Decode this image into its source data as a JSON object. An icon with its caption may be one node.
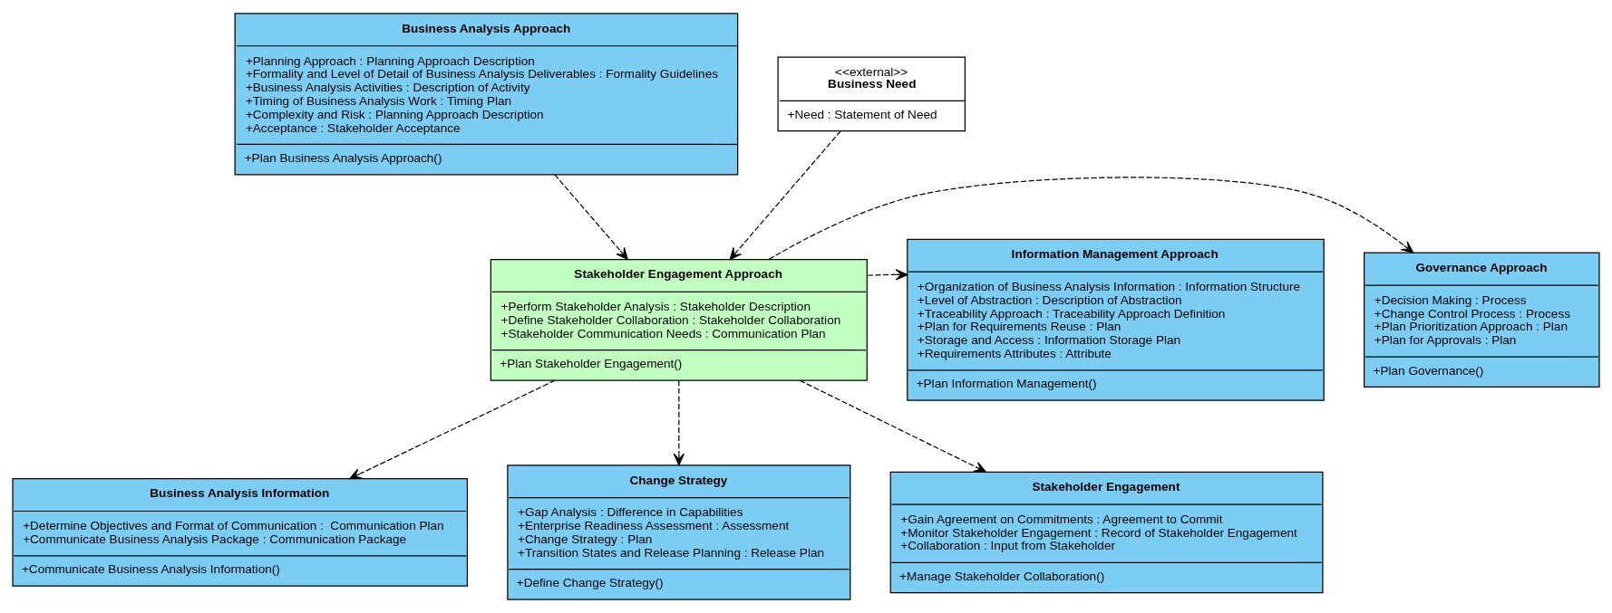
{
  "diagram": {
    "nodes": [
      {
        "text": [
          "Business Analysis Approach",
          "+Planning Approach : Planning Approach Description",
          "+Formality and Level of Detail of Business Analysis Deliverables : Formality Guidelines",
          "+Business Analysis Activities : Description of Activity",
          "+Timing of Business Analysis Work : Timing Plan",
          "+Complexity and Risk : Planning Approach Description",
          "+Acceptance : Stakeholder Acceptance",
          "+Plan Business Analysis Approach()"
        ]
      },
      {
        "text": [
          "<<external>>",
          "Business Need",
          "+Need : Statement of Need"
        ]
      },
      {
        "text": [
          "Governance Approach",
          "+Decision Making : Process",
          "+Change Control Process : Process",
          "+Plan Prioritization Approach : Plan",
          "+Plan for Approvals : Plan",
          "+Plan Governance()"
        ]
      },
      {
        "text": [
          "Stakeholder Engagement Approach",
          "+Perform Stakeholder Analysis : Stakeholder Description",
          "+Define Stakeholder Collaboration : Stakeholder Collaboration",
          "+Stakeholder Communication Needs : Communication Plan",
          "+Plan Stakeholder Engagement()"
        ]
      },
      {
        "text": [
          "Information Management Approach",
          "+Organization of Business Analysis Information : Information Structure",
          "+Level of Abstraction : Description of Abstraction",
          "+Traceability Approach : Traceability Approach Definition",
          "+Plan for Requirements Reuse : Plan",
          "+Storage and Access : Information Storage Plan",
          "+Requirements Attributes : Attribute",
          "+Plan Information Management()"
        ]
      },
      {
        "text": [
          "Business Analysis Information",
          "+Determine Objectives and Format of Communication :  Communication Plan",
          "+Communicate Business Analysis Package : Communication Package",
          "+Communicate Business Analysis Information()"
        ]
      },
      {
        "text": [
          "Change Strategy",
          "+Gap Analysis : Difference in Capabilities",
          "+Enterprise Readiness Assessment : Assessment",
          "+Change Strategy : Plan",
          "+Transition States and Release Planning : Release Plan",
          "+Define Change Strategy()"
        ]
      },
      {
        "text": [
          "Stakeholder Engagement",
          "+Gain Agreement on Commitments : Agreement to Commit",
          "+Monitor Stakeholder Engagement : Record of Stakeholder Engagement",
          "+Collaboration : Input from Stakeholder",
          "+Manage Stakeholder Collaboration()"
        ]
      }
    ],
    "edges": [
      {
        "from": 0,
        "to": 3,
        "arrow": "to",
        "style": "dashed"
      },
      {
        "from": 1,
        "to": 3,
        "arrow": "to",
        "style": "dashed"
      },
      {
        "from": 3,
        "to": 2,
        "arrow": "to",
        "style": "dashed"
      },
      {
        "from": 3,
        "to": 4,
        "arrow": "to",
        "style": "dashed"
      },
      {
        "from": 3,
        "to": 5,
        "arrow": "to",
        "style": "dashed"
      },
      {
        "from": 3,
        "to": 6,
        "arrow": "to",
        "style": "dashed"
      },
      {
        "from": 3,
        "to": 7,
        "arrow": "to",
        "style": "dashed"
      }
    ]
  }
}
